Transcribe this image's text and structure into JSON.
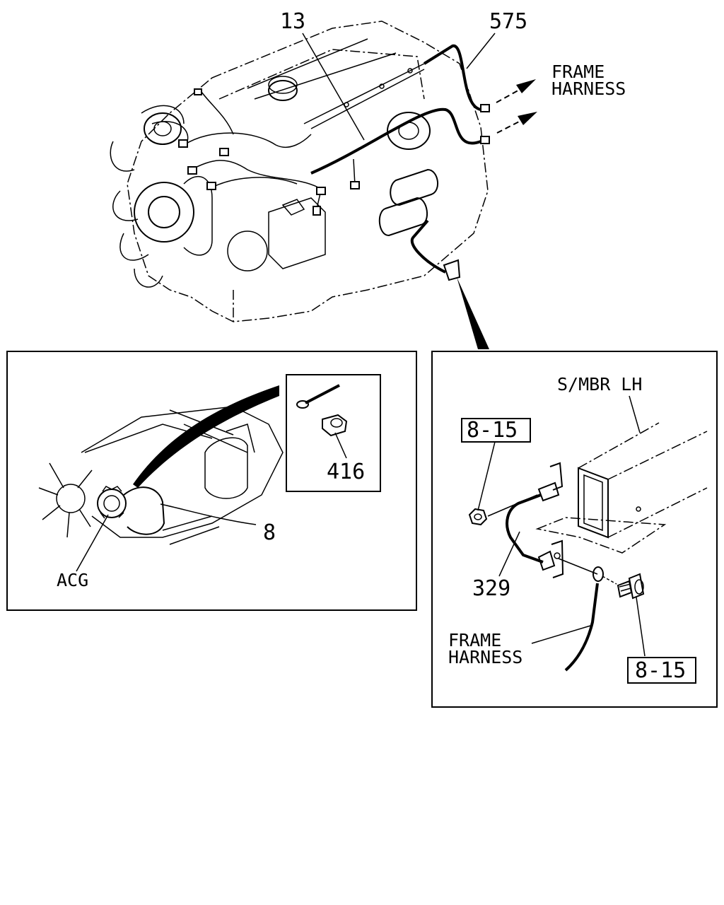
{
  "main_view": {
    "callout_13": "13",
    "callout_575": "575",
    "frame_harness_line1": "FRAME",
    "frame_harness_line2": "HARNESS"
  },
  "left_detail": {
    "callout_8": "8",
    "callout_acg": "ACG",
    "callout_416": "416"
  },
  "right_detail": {
    "smbr_label": "S/MBR LH",
    "ref_8_15_top": "8-15",
    "ref_8_15_bottom": "8-15",
    "callout_329": "329",
    "frame_harness_line1": "FRAME",
    "frame_harness_line2": "HARNESS"
  }
}
